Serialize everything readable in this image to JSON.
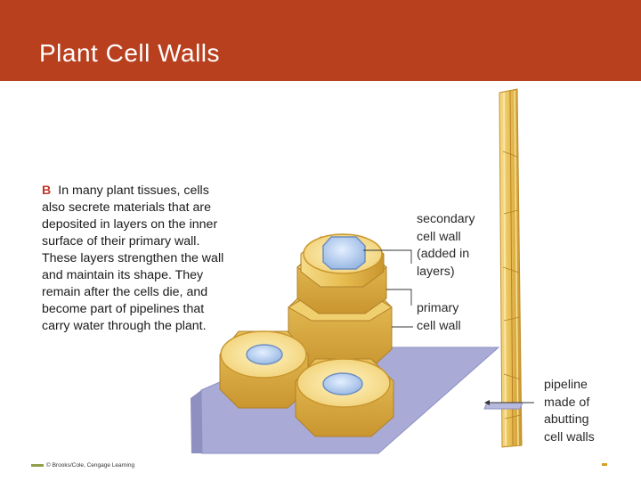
{
  "slide": {
    "title": "Plant Cell Walls"
  },
  "caption": {
    "tag": "B",
    "text": "In many plant tissues, cells also secrete materials that are deposited in layers on the inner surface of their primary wall. These layers strengthen the wall and maintain its shape. They remain after the cells die, and become part of pipelines that carry water through the plant."
  },
  "labels": {
    "secondary_wall": "secondary\ncell wall\n(added in\nlayers)",
    "primary_wall": "primary\ncell wall",
    "pipeline": "pipeline\nmade of\nabutting\ncell walls"
  },
  "footer": {
    "credit": "© Brooks/Cole, Cengage Learning"
  },
  "colors": {
    "header": "#b8401f",
    "caption_tag": "#c0392b",
    "cell_wall": "#e8c35a",
    "lumen": "#a9c6e8",
    "platform": "#a9abd6"
  }
}
